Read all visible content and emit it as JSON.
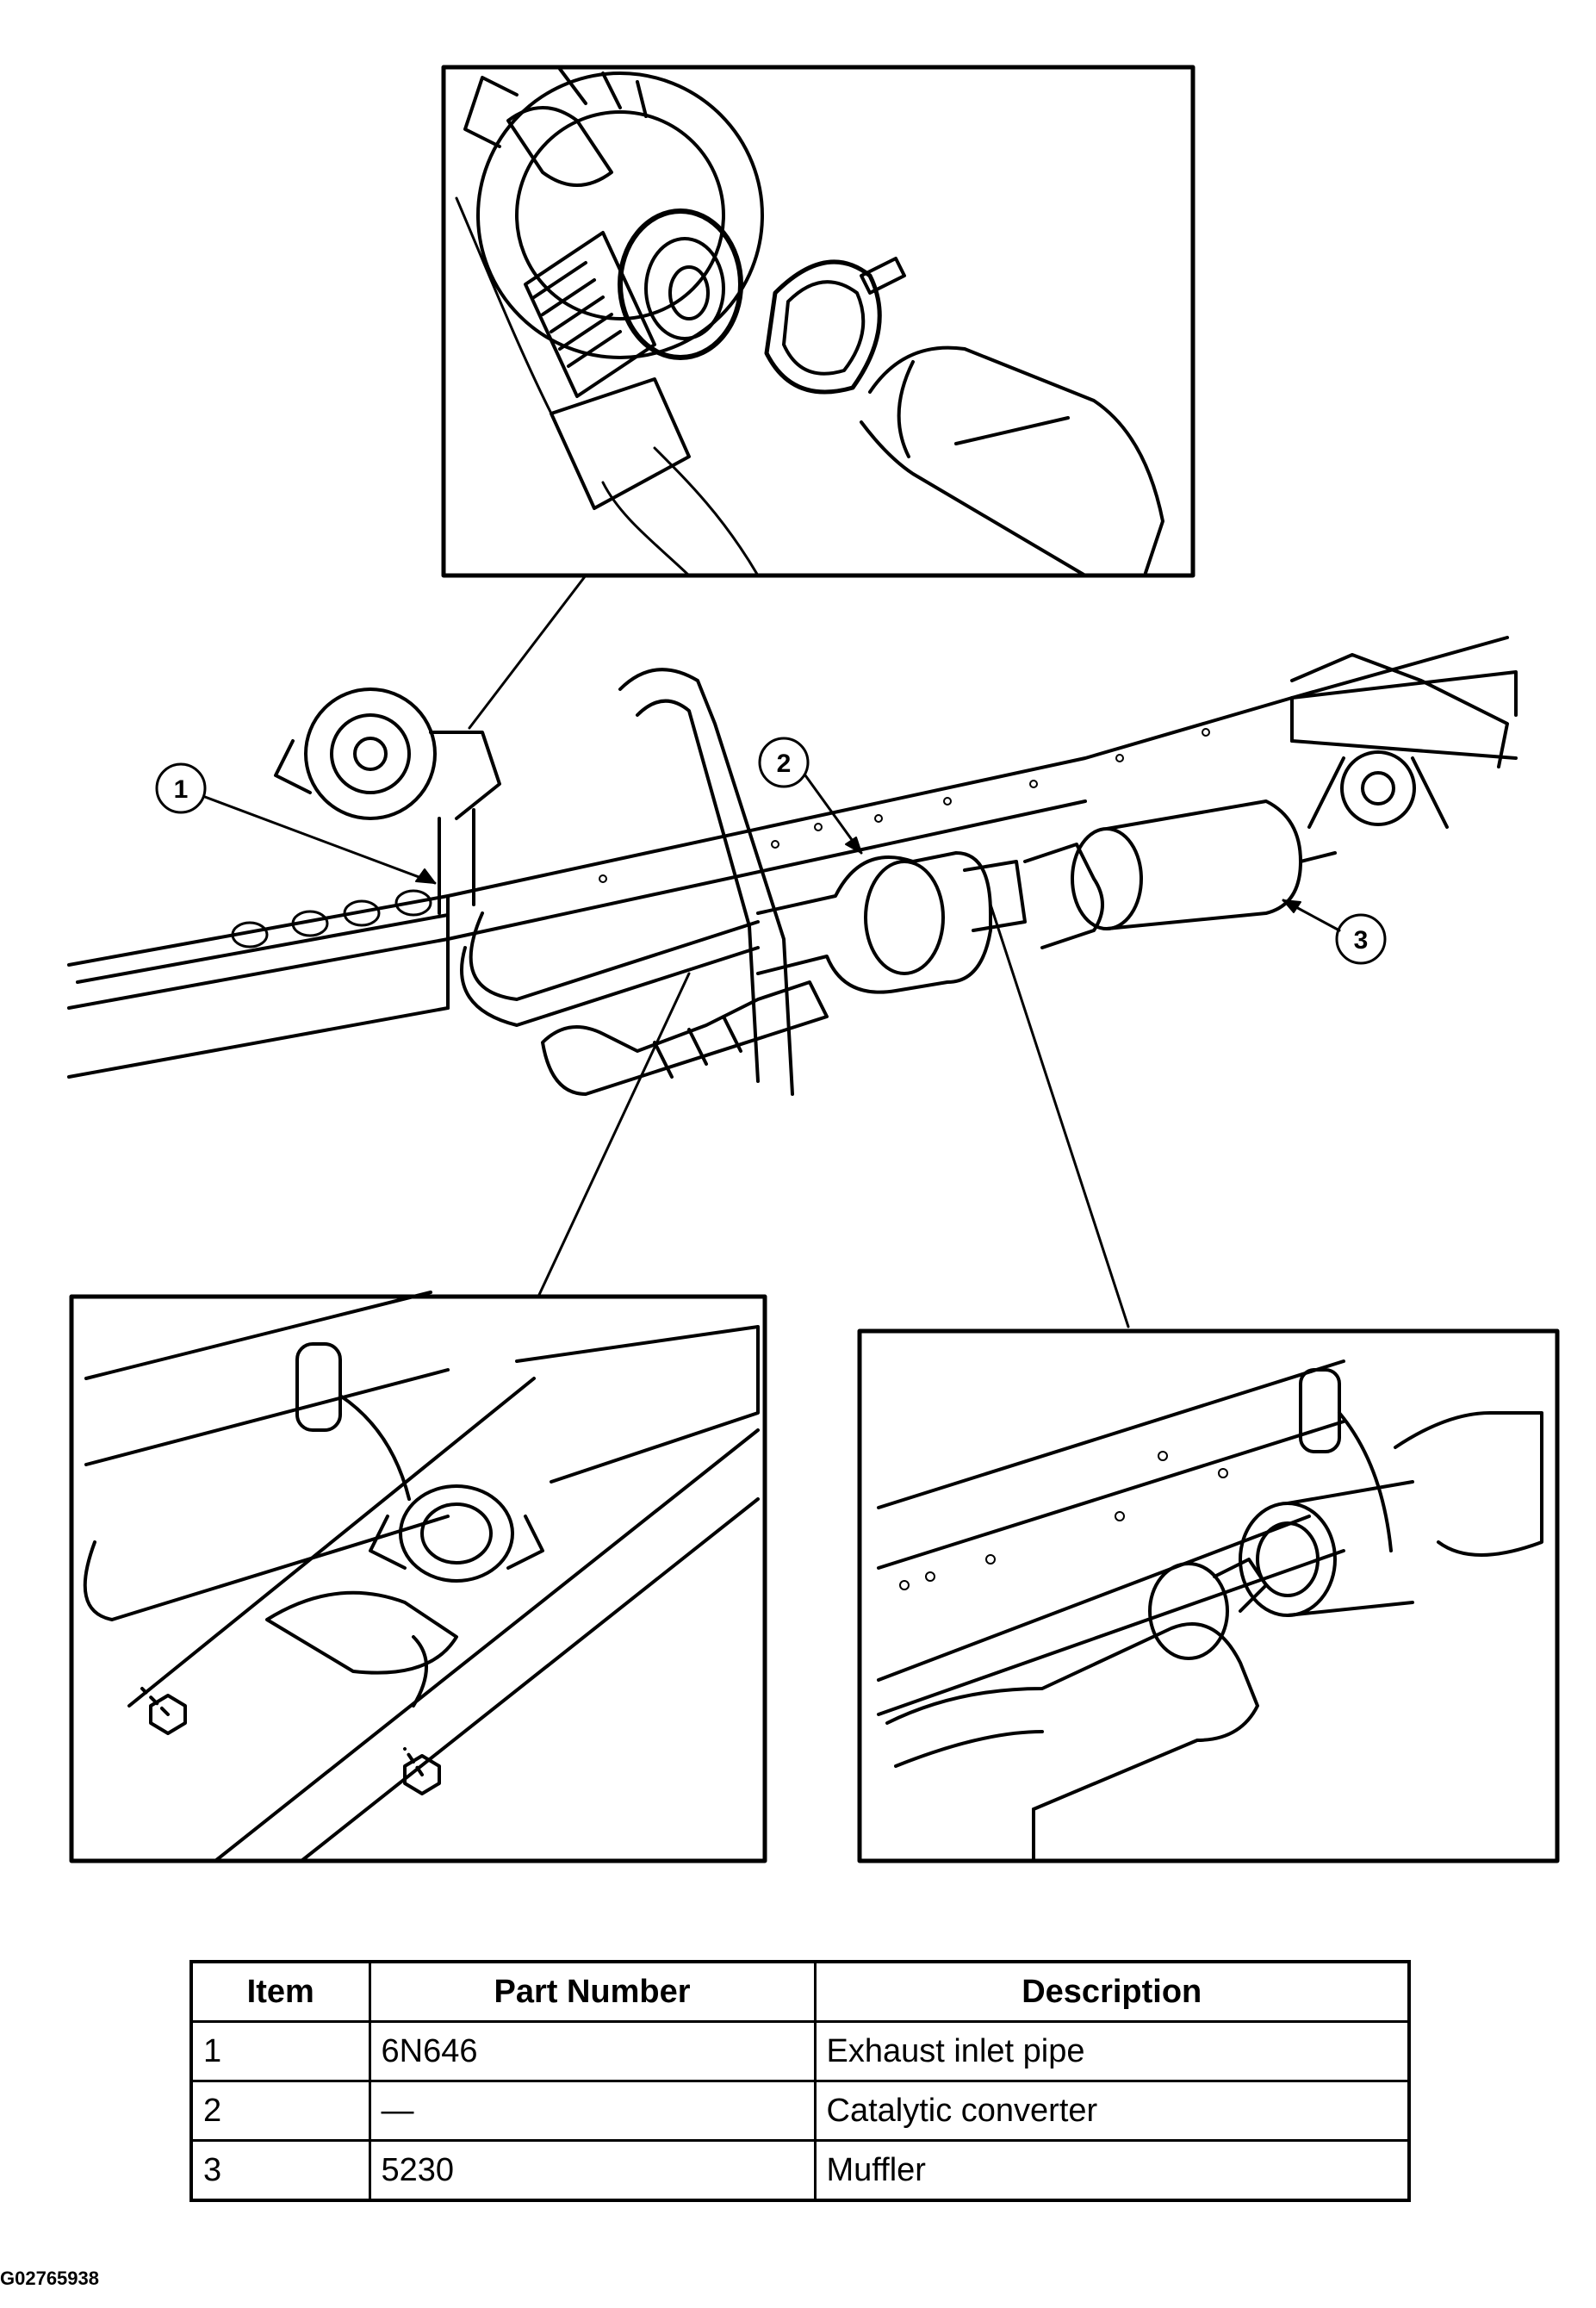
{
  "diagram": {
    "callouts": [
      "1",
      "2",
      "3"
    ]
  },
  "table": {
    "headers": [
      "Item",
      "Part Number",
      "Description"
    ],
    "rows": [
      [
        "1",
        "6N646",
        "Exhaust inlet pipe"
      ],
      [
        "2",
        "—",
        "Catalytic converter"
      ],
      [
        "3",
        "5230",
        "Muffler"
      ]
    ]
  },
  "figure_id": "G02765938"
}
